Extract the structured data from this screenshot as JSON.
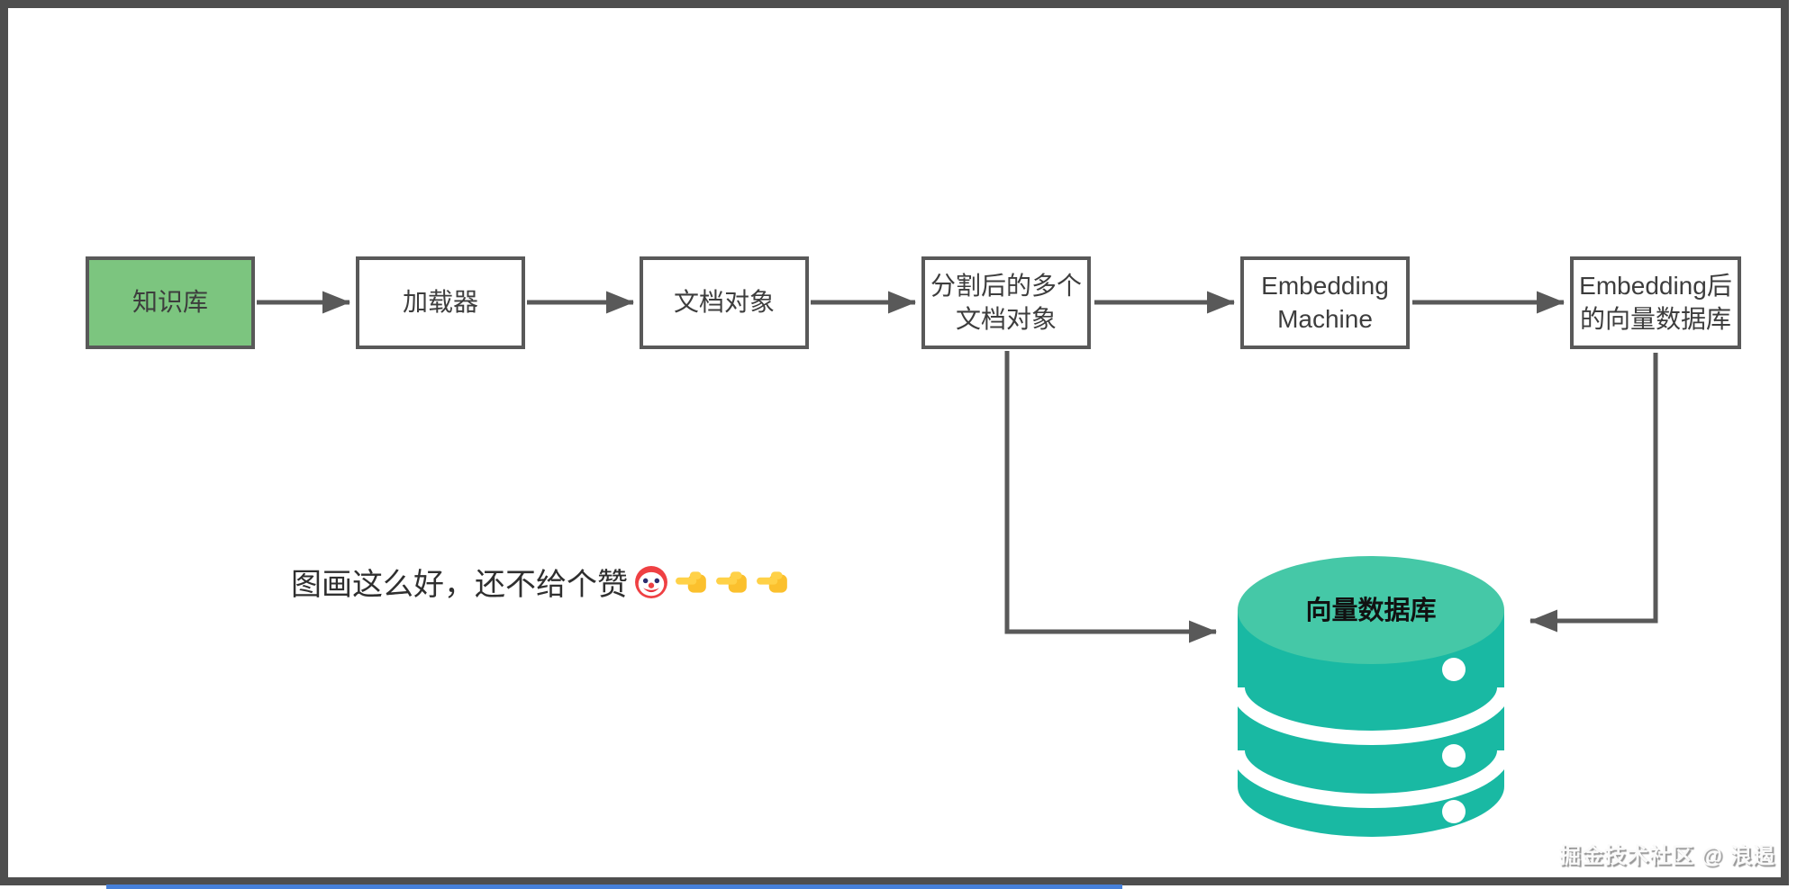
{
  "frame": {
    "border_color": "#4e4e4e",
    "background_color": "#ffffff",
    "bottom_accent_color": "#4680d9"
  },
  "diagram": {
    "arrow_color": "#595959",
    "node_border_color": "#595959",
    "nodes": [
      {
        "id": "knowledge-base",
        "fill": "#7cc57f",
        "lines": [
          "知识库",
          ""
        ]
      },
      {
        "id": "loader",
        "fill": "#ffffff",
        "lines": [
          "加载器",
          ""
        ]
      },
      {
        "id": "doc-object",
        "fill": "#ffffff",
        "lines": [
          "文档对象",
          ""
        ]
      },
      {
        "id": "split-docs",
        "fill": "#ffffff",
        "lines": [
          "分割后的多个",
          "文档对象"
        ]
      },
      {
        "id": "embedding-machine",
        "fill": "#ffffff",
        "lines": [
          "Embedding",
          "Machine"
        ]
      },
      {
        "id": "embedded-vector-db",
        "fill": "#ffffff",
        "lines": [
          "Embedding后",
          "的向量数据库"
        ]
      }
    ],
    "database": {
      "label": "向量数据库",
      "top_color": "#45c8a7",
      "body_color": "#19b9a3",
      "dot_color": "#ffffff"
    }
  },
  "caption": {
    "text": "图画这么好，还不给个赞",
    "emojis": [
      "clown-face",
      "pointing-left",
      "pointing-left",
      "pointing-left"
    ]
  },
  "watermark": {
    "text": "掘金技术社区 @ 浪遏"
  }
}
